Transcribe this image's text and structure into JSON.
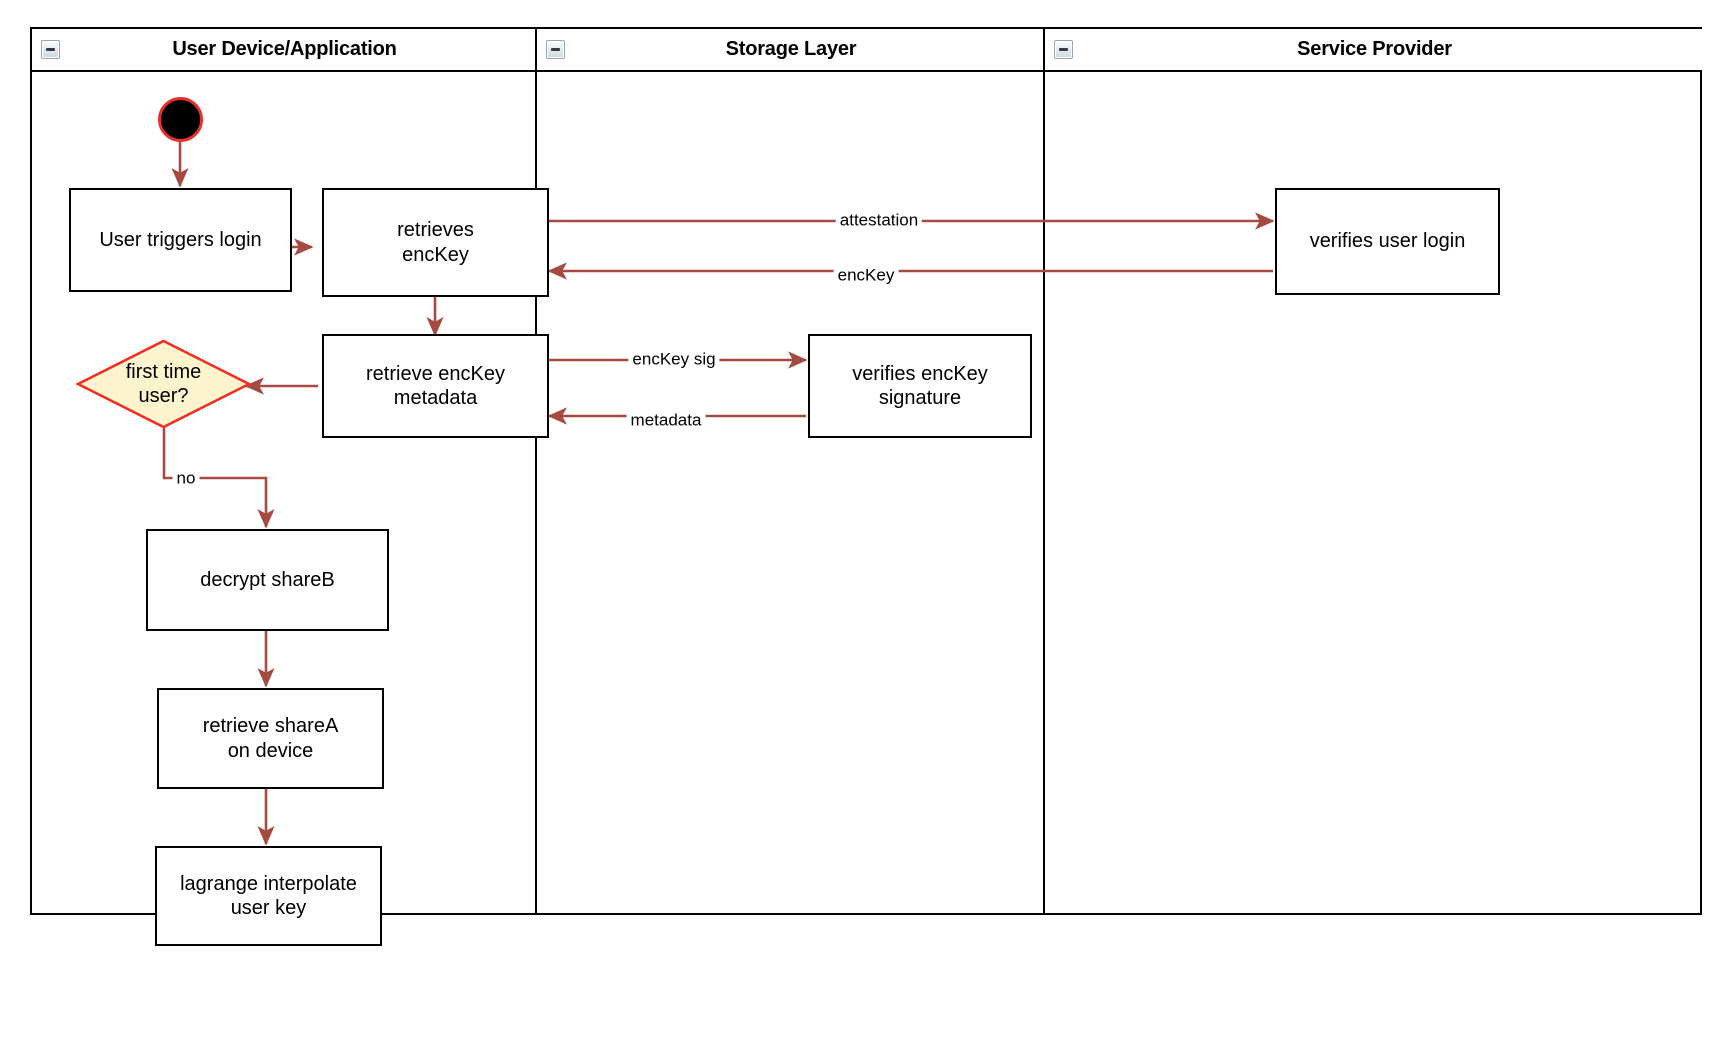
{
  "diagram": {
    "title": "Login key retrieval swimlane activity diagram",
    "colors": {
      "edge": "#a54b42",
      "lane_border": "#000000",
      "node_border": "#000000",
      "decision_fill": "#fbf4cd",
      "decision_border": "#ee3124",
      "start_fill": "#000000",
      "start_ring": "#e8312a",
      "background": "#ffffff"
    }
  },
  "lanes": [
    {
      "id": "user-device",
      "label": "User Device/Application",
      "collapse_icon": "collapse-minus-icon"
    },
    {
      "id": "storage-layer",
      "label": "Storage Layer",
      "collapse_icon": "collapse-minus-icon"
    },
    {
      "id": "service-provider",
      "label": "Service Provider",
      "collapse_icon": "collapse-minus-icon"
    }
  ],
  "nodes": [
    {
      "id": "start",
      "type": "start",
      "label": "",
      "lane": "user-device"
    },
    {
      "id": "user-triggers-login",
      "type": "activity",
      "label": "User triggers login",
      "lane": "user-device"
    },
    {
      "id": "retrieves-enckey",
      "type": "activity",
      "label": "retrieves\nencKey",
      "lane": "user-device"
    },
    {
      "id": "retrieve-enckey-metadata",
      "type": "activity",
      "label": "retrieve encKey\nmetadata",
      "lane": "user-device"
    },
    {
      "id": "first-time-user",
      "type": "decision",
      "label": "first time\nuser?",
      "lane": "user-device"
    },
    {
      "id": "decrypt-shareb",
      "type": "activity",
      "label": "decrypt shareB",
      "lane": "user-device"
    },
    {
      "id": "retrieve-sharea-on-device",
      "type": "activity",
      "label": "retrieve shareA\non device",
      "lane": "user-device"
    },
    {
      "id": "lagrange-interpolate-user-key",
      "type": "activity",
      "label": "lagrange interpolate\nuser key",
      "lane": "user-device"
    },
    {
      "id": "verifies-enckey-signature",
      "type": "activity",
      "label": "verifies encKey\nsignature",
      "lane": "storage-layer"
    },
    {
      "id": "verifies-user-login",
      "type": "activity",
      "label": "verifies user login",
      "lane": "service-provider"
    }
  ],
  "edges": [
    {
      "id": "e-start-login",
      "from": "start",
      "to": "user-triggers-login",
      "label": ""
    },
    {
      "id": "e-login-retrieves",
      "from": "user-triggers-login",
      "to": "retrieves-enckey",
      "label": ""
    },
    {
      "id": "e-attestation",
      "from": "retrieves-enckey",
      "to": "verifies-user-login",
      "label": "attestation"
    },
    {
      "id": "e-enckey",
      "from": "verifies-user-login",
      "to": "retrieves-enckey",
      "label": "encKey"
    },
    {
      "id": "e-retrieves-metadata",
      "from": "retrieves-enckey",
      "to": "retrieve-enckey-metadata",
      "label": ""
    },
    {
      "id": "e-enckey-sig",
      "from": "retrieve-enckey-metadata",
      "to": "verifies-enckey-signature",
      "label": "encKey sig"
    },
    {
      "id": "e-metadata",
      "from": "verifies-enckey-signature",
      "to": "retrieve-enckey-metadata",
      "label": "metadata"
    },
    {
      "id": "e-metadata-decision",
      "from": "retrieve-enckey-metadata",
      "to": "first-time-user",
      "label": ""
    },
    {
      "id": "e-no",
      "from": "first-time-user",
      "to": "decrypt-shareb",
      "label": "no"
    },
    {
      "id": "e-shareb-sharea",
      "from": "decrypt-shareb",
      "to": "retrieve-sharea-on-device",
      "label": ""
    },
    {
      "id": "e-sharea-lagrange",
      "from": "retrieve-sharea-on-device",
      "to": "lagrange-interpolate-user-key",
      "label": ""
    }
  ]
}
